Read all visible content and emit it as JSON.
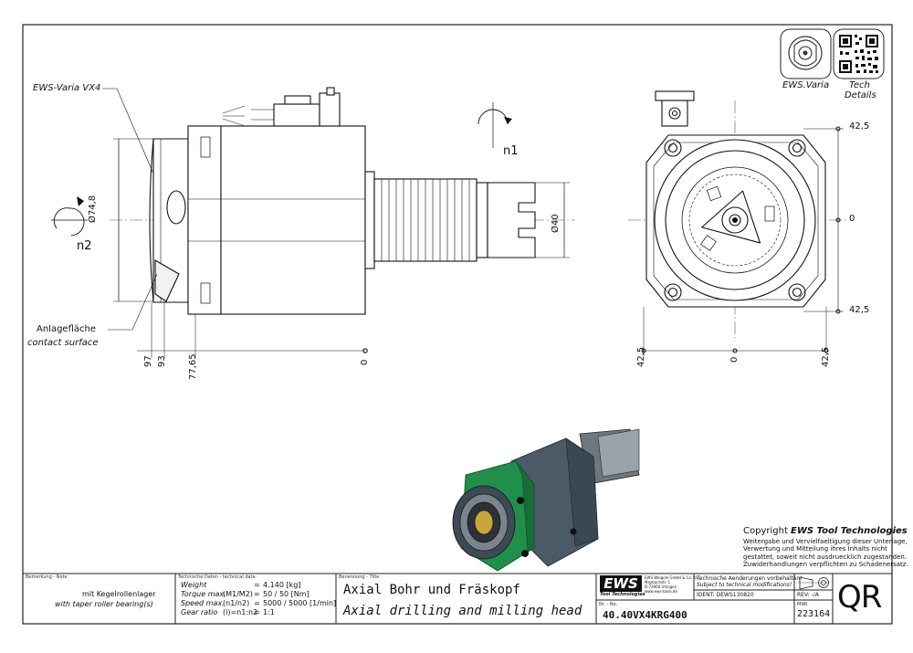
{
  "drawing": {
    "part_label": "EWS-Varia VX4",
    "contact_label_de": "Anlagefläche",
    "contact_label_en": "contact surface",
    "rotation_labels": [
      "n1",
      "n2"
    ],
    "dim_diameter_body": "Ø74,8",
    "dim_diameter_shank": "Ø40",
    "dims_bottom": [
      "97",
      "93",
      "77,65",
      "0"
    ],
    "dims_right_vertical": [
      "42,5",
      "0",
      "42,5"
    ],
    "dims_front_horizontal": [
      "42,5",
      "0",
      "42,5"
    ],
    "badges": {
      "varia_caption": "EWS.Varia",
      "tech_caption_1": "Tech",
      "tech_caption_2": "Details"
    },
    "colors": {
      "housing": "#4b5a66",
      "flange": "#1f8f4a"
    }
  },
  "copyright": {
    "title_prefix": "Copyright ",
    "title_brand": "EWS Tool Technologies",
    "lines": [
      "Weitergabe und Vervielfaeltigung dieser Unterlage,",
      "Verwertung und Mitteilung ihres Inhalts nicht",
      "gestattet, soweit nicht ausdruecklich zugestanden.",
      "Zuwiderhandlungen verpflichten zu Schadenersatz."
    ]
  },
  "title_block": {
    "remarks_header": "Bemerkung - Note",
    "remarks_de": "mit Kegelrollenlager",
    "remarks_en": "with taper roller bearing(s)",
    "tech_header": "Technische Daten - technical data",
    "tech_rows": [
      {
        "label": "Weight",
        "sym": "",
        "eq": "=",
        "value": "4.140  [kg]"
      },
      {
        "label": "Torque max.",
        "sym": "(M1/M2)",
        "eq": "=",
        "value": "50 / 50  [Nm]"
      },
      {
        "label": "Speed max.",
        "sym": "(n1/n2)",
        "eq": "=",
        "value": "5000 / 5000  [1/min]"
      },
      {
        "label": "Gear ratio",
        "sym": "(i)=n1:n2",
        "eq": "=",
        "value": "1:1"
      }
    ],
    "title_header": "Benennung - Title",
    "title_de": "Axial Bohr und Fräskopf",
    "title_en": "Axial drilling and milling head",
    "logo_text": "EWS",
    "logo_sub": "Tool Technologies",
    "company_lines": [
      "EWS Weigele GmbH & Co. KG",
      "Maybachstr. 1",
      "D-73066 Uhingen",
      "www.ews-tools.de"
    ],
    "change_de": "Technische Aenderungen vorbehalten!",
    "change_en": "Subject to technical modifications!",
    "ident": "IDENT:  DEWS130820",
    "rev": "REV:  -/A",
    "nr_label": "Nr. - No.",
    "part_number": "40.40VX4KRG400",
    "mnr_label": "MNR",
    "mnr": "223164",
    "qr_label": "QR"
  }
}
